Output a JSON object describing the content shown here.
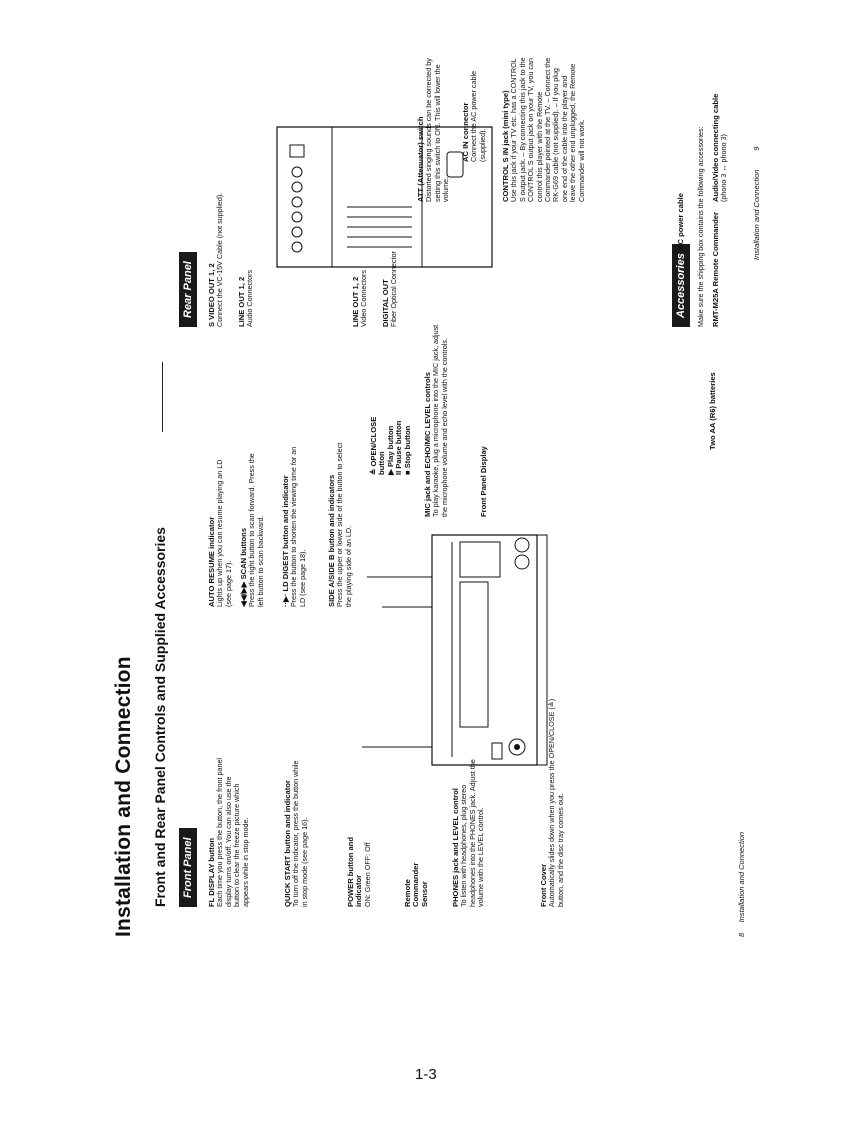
{
  "page_number": "1-3",
  "header": {
    "section_title": "Installation and Connection",
    "subtitle": "Front and Rear Panel Controls and Supplied Accessories"
  },
  "front_panel": {
    "tab": "Front Panel",
    "callouts": [
      {
        "title": "FL DISPLAY button",
        "text": "Each time you press the button, the front panel display turns on/off. You can also use the button to clear the freeze picture which appears while in stop mode."
      },
      {
        "title": "QUICK START button and indicator",
        "text": "To turn off the indicator, press the button while in stop mode (see page 16)."
      },
      {
        "title": "POWER button and indicator",
        "text": "ON: Green OFF: Off"
      },
      {
        "title": "Remote Commander Sensor",
        "text": ""
      },
      {
        "title": "PHONES jack and LEVEL control",
        "text": "To listen with headphones, plug stereo headphones into the PHONES jack. Adjust the volume with the LEVEL control."
      },
      {
        "title": "Front Cover",
        "text": "Automatically slides down when you press the OPEN/CLOSE (≜) button, and the disc tray comes out."
      },
      {
        "title": "AUTO RESUME indicator",
        "text": "Lights up when you can resume playing an LD (see page 17)."
      },
      {
        "title": "◀◀/▶▶ SCAN buttons",
        "text": "Press the right button to scan forward. Press the left button to scan backward."
      },
      {
        "title": "··▶· LD DIGEST button and indicator",
        "text": "Press the button to shorten the viewing time for an LD (see page 18)."
      },
      {
        "title": "SIDE A/SIDE B button and indicators",
        "text": "Press the upper or lower side of the button to select the playing side of an LD."
      },
      {
        "title": "≜ OPEN/CLOSE button",
        "text": ""
      },
      {
        "title": "▶ Play button",
        "text": ""
      },
      {
        "title": "II Pause button",
        "text": ""
      },
      {
        "title": "■ Stop button",
        "text": ""
      },
      {
        "title": "MIC jack and ECHO/MIC LEVEL controls",
        "text": "To play karaoke, plug a microphone into the MIC jack, adjust the microphone volume and echo level with the controls."
      },
      {
        "title": "Front Panel Display",
        "text": ""
      }
    ]
  },
  "rear_panel": {
    "tab": "Rear Panel",
    "callouts": [
      {
        "title": "S VIDEO OUT 1, 2",
        "text": "Connect the VC-15V Cable (not supplied)."
      },
      {
        "title": "LINE OUT 1, 2",
        "text": "Audio Connectors"
      },
      {
        "title": "LINE OUT 1, 2",
        "text": "Video Connectors"
      },
      {
        "title": "DIGITAL OUT",
        "text": "Fiber Optical Connector"
      },
      {
        "title": "ATT (Attenuator) switch",
        "text": "Distorted singing sounds can be corrected by setting this switch to ON. This will lower the volume."
      },
      {
        "title": "AC IN connector",
        "text": "Connect the AC power cable (supplied)."
      },
      {
        "title": "CONTROL S IN jack (mini type)",
        "text": "Use this jack if your TV etc. has a CONTROL S output jack. – By connecting this jack to the CONTROL S output jack on your TV, you can control this player with the Remote Commander pointed at the TV. – Connect the RK-G69 cable (not supplied). – If you plug one end of the cable into the player and leave the other end unplugged, the Remote Commander will not work."
      }
    ]
  },
  "accessories": {
    "tab": "Accessories",
    "intro": "Make sure the shipping box contains the following accessories:",
    "items": [
      {
        "title": "RMT-M25A Remote Commander",
        "note": ""
      },
      {
        "title": "Audio/Video connecting cable",
        "note": "(phono 3 ↔ phono 3)"
      },
      {
        "title": "AC power cable",
        "note": ""
      },
      {
        "title": "Two AA (R6) batteries",
        "note": ""
      }
    ]
  },
  "footer": {
    "left_page": "8",
    "left_text": "Installation and Connection",
    "right_text": "Installation and Connection",
    "right_page": "9"
  }
}
